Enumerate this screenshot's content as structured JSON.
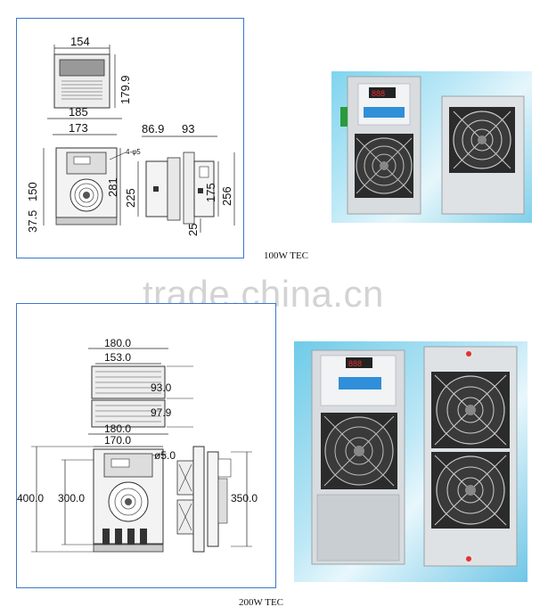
{
  "top_section": {
    "caption": "100W TEC",
    "front_top_width": "154",
    "front_top_height": "179.9",
    "body_outer_width": "185",
    "body_inner_width": "173",
    "hole_label": "4-φ5",
    "height_150": "150",
    "height_37_5": "37.5",
    "height_281": "281",
    "side_width_86_9": "86.9",
    "side_width_93": "93",
    "side_height_225": "225",
    "side_height_175": "175",
    "side_height_256": "256",
    "side_height_25": "25"
  },
  "bottom_section": {
    "caption": "200W TEC",
    "top_width_180": "180.0",
    "top_width_153": "153.0",
    "top_height_93": "93.0",
    "top_height_97_9": "97.9",
    "body_width_180": "180.0",
    "body_width_170": "170.0",
    "hole_label": "ø5.0",
    "height_400": "400.0",
    "height_300": "300.0",
    "height_350": "350.0"
  },
  "watermark": "trade.china.cn",
  "colors": {
    "frame_blue": "#3a78c8",
    "photo_background": "#9bdcf1",
    "unit_grey": "#d8dcdf",
    "display_red": "#e53030"
  }
}
